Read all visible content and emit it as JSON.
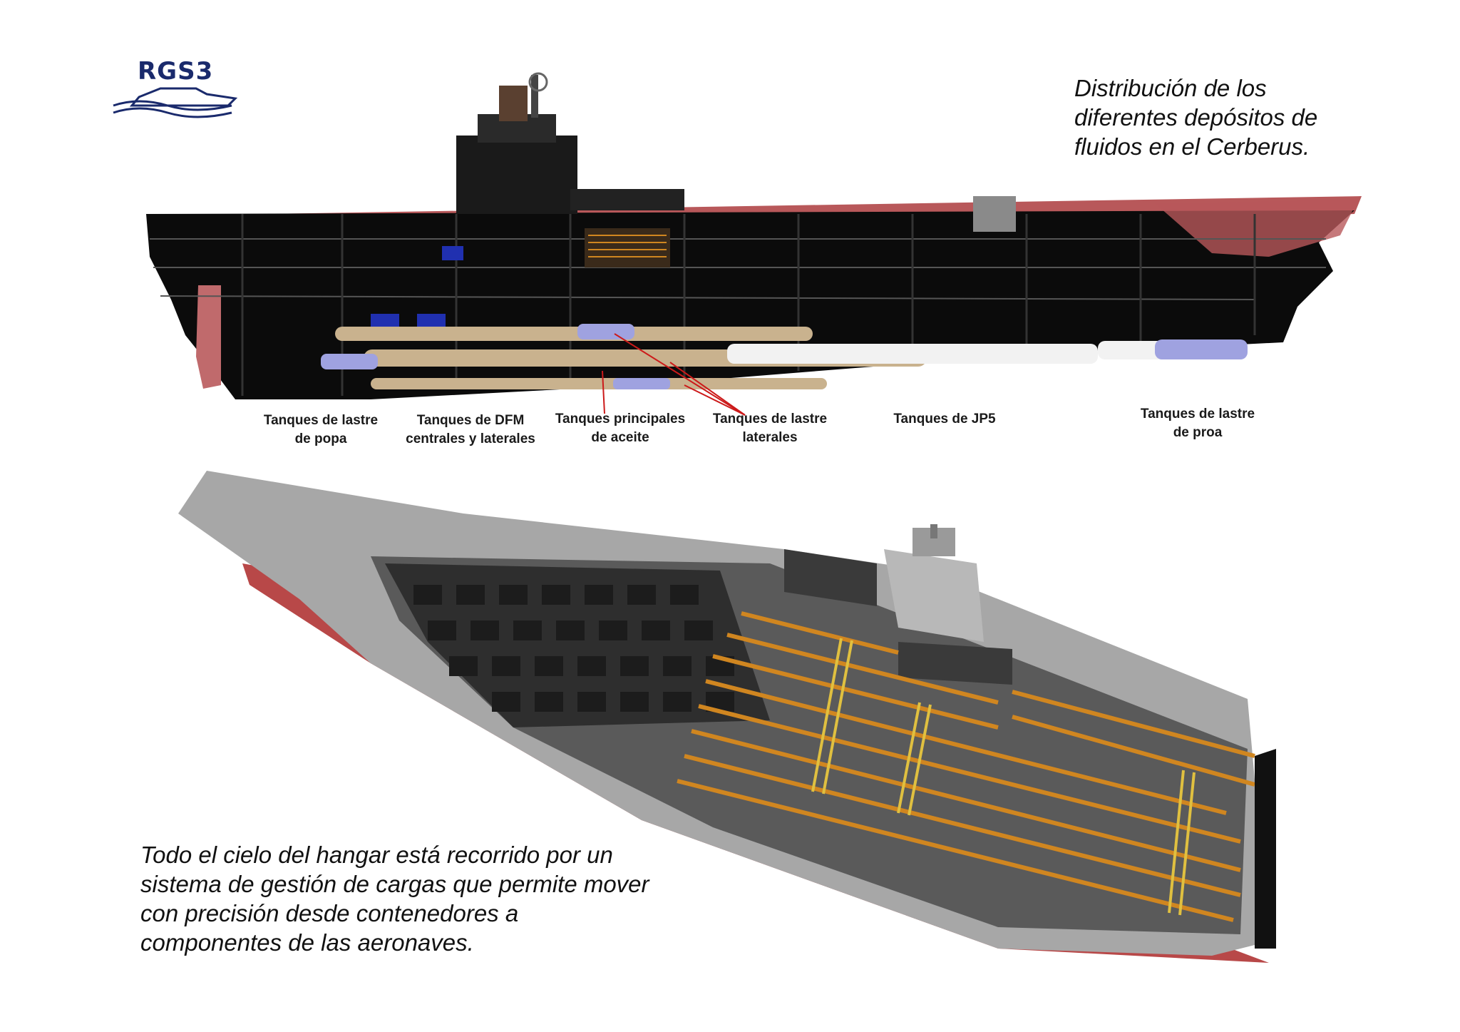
{
  "logo": {
    "text": "RGS3",
    "color": "#1a2a6c"
  },
  "captions": {
    "top_lines": [
      "Distribución de los",
      "diferentes depósitos de",
      "fluidos en el Cerberus."
    ],
    "bottom_lines": [
      "Todo el cielo del hangar está recorrido por un",
      "sistema de gestión de cargas que permite mover",
      "con precisión desde contenedores a",
      "componentes de las aeronaves."
    ]
  },
  "tank_labels": [
    {
      "id": "popa",
      "lines": [
        "Tanques de lastre",
        "de popa"
      ]
    },
    {
      "id": "dfm",
      "lines": [
        "Tanques de DFM",
        "centrales y laterales"
      ]
    },
    {
      "id": "aceite",
      "lines": [
        "Tanques principales",
        "de aceite"
      ]
    },
    {
      "id": "lastre-laterales",
      "lines": [
        "Tanques de lastre",
        "laterales"
      ]
    },
    {
      "id": "jp5",
      "lines": [
        "Tanques de JP5"
      ]
    },
    {
      "id": "proa",
      "lines": [
        "Tanques de lastre",
        "de proa"
      ]
    }
  ],
  "colors": {
    "hull_dark": "#0b0b0b",
    "hull_red": "#b8585a",
    "deck_gray": "#9a9a9a",
    "tank_tan": "#c9b28e",
    "tank_blue": "#9fa2e0",
    "tank_white": "#f2f2f2",
    "leader_red": "#cc1a1a",
    "crane_orange": "#d08620",
    "crane_yellow": "#e0c040"
  }
}
